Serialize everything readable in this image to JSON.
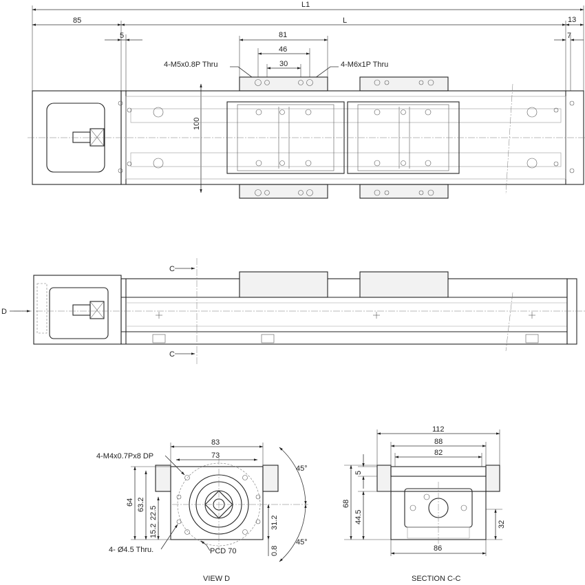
{
  "top_view": {
    "dims": {
      "L1": "L1",
      "L": "L",
      "d85": "85",
      "d5": "5",
      "d13": "13",
      "d7": "7",
      "d81": "81",
      "d46": "46",
      "d30": "30",
      "d100": "100"
    },
    "labels": {
      "m5_thru": "4-M5x0.8P Thru",
      "m6_thru": "4-M6x1P Thru"
    }
  },
  "side_view": {
    "labels": {
      "c_top": "C",
      "c_bottom": "C",
      "d_arrow": "D"
    }
  },
  "view_d": {
    "title": "VIEW D",
    "dims": {
      "d83": "83",
      "d73": "73",
      "d64": "64",
      "d63_2": "63.2",
      "d22_5": "22.5",
      "d15_2": "15.2",
      "d31_2": "31.2",
      "d0_8": "0.8",
      "a45_top": "45°",
      "a45_bottom": "45°"
    },
    "labels": {
      "m4_dp": "4-M4x0.7Px8 DP",
      "holes_thru": "4- Ø4.5 Thru.",
      "pcd": "PCD 70"
    }
  },
  "section_cc": {
    "title": "SECTION C-C",
    "dims": {
      "d112": "112",
      "d88": "88",
      "d82": "82",
      "d5": "5",
      "d68": "68",
      "d44_5": "44.5",
      "d32": "32",
      "d86": "86"
    }
  }
}
